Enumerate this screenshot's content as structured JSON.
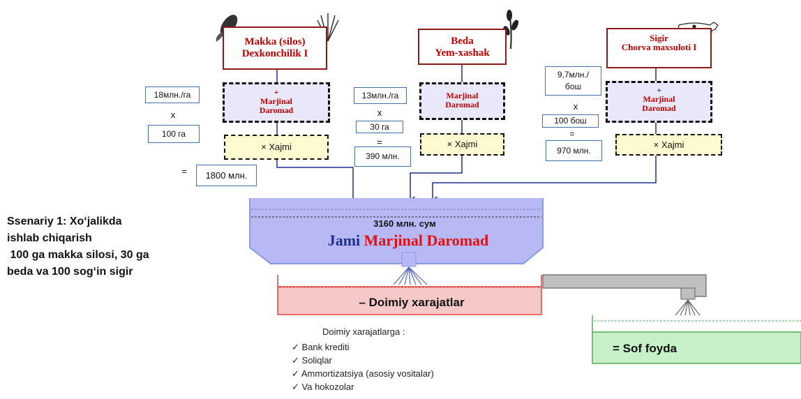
{
  "crops": [
    {
      "line1": "Makka (silos)",
      "line2": "Dexkonchilik I",
      "margin_sign": "+",
      "margin_line1": "Marjinal",
      "margin_line2": "Daromad",
      "volume_label": "× Xajmi",
      "rate": "18млн./га",
      "op_mul": "x",
      "qty": "100 га",
      "op_eq": "=",
      "result": "1800 млн."
    },
    {
      "line1": "Beda",
      "line2": "Yem-xashak",
      "margin_sign": "",
      "margin_line1": "Marjinal",
      "margin_line2": "Daromad",
      "volume_label": "× Xajmi",
      "rate": "13млн./га",
      "op_mul": "x",
      "qty": "30 га",
      "op_eq": "=",
      "result": "390 млн."
    },
    {
      "line1": "Sigir",
      "line2": "Chorva maxsuloti I",
      "margin_sign": "+",
      "margin_line1": "Marjinal",
      "margin_line2": "Daromad",
      "volume_label": "× Xajmi",
      "rate": "9,7млн./ бош",
      "op_mul": "x",
      "qty": "100 бош",
      "op_eq": "=",
      "result": "970 млн."
    }
  ],
  "scenario": {
    "line1": "Ssenariy 1: Xo‘jalikda",
    "line2": "ishlab chiqarish",
    "line3": " 100 ga makka silosi, 30 ga",
    "line4": "beda va 100 sog‘in sigir"
  },
  "tank": {
    "amount": "3160 млн. сум",
    "label_part1": "Jami ",
    "label_part2": "Marjinal Daromad"
  },
  "fixed": {
    "label": "– Doimiy xarajatlar"
  },
  "profit": {
    "label": "= Sof foyda"
  },
  "fixed_list": {
    "title": "Doimiy xarajatlarga :",
    "check": "✓",
    "items": [
      "Bank krediti",
      "Soliqlar",
      "Ammortizatsiya (asosiy vositalar)",
      "Va hokozolar"
    ]
  },
  "colors": {
    "accent_red": "#c00000",
    "arrow_blue": "#1f2f8f",
    "tank_fill": "#b8b8f5",
    "fixed_fill": "#f7c8c8",
    "profit_fill": "#c8f0c8",
    "dark_red_border": "#8b1a1a"
  }
}
